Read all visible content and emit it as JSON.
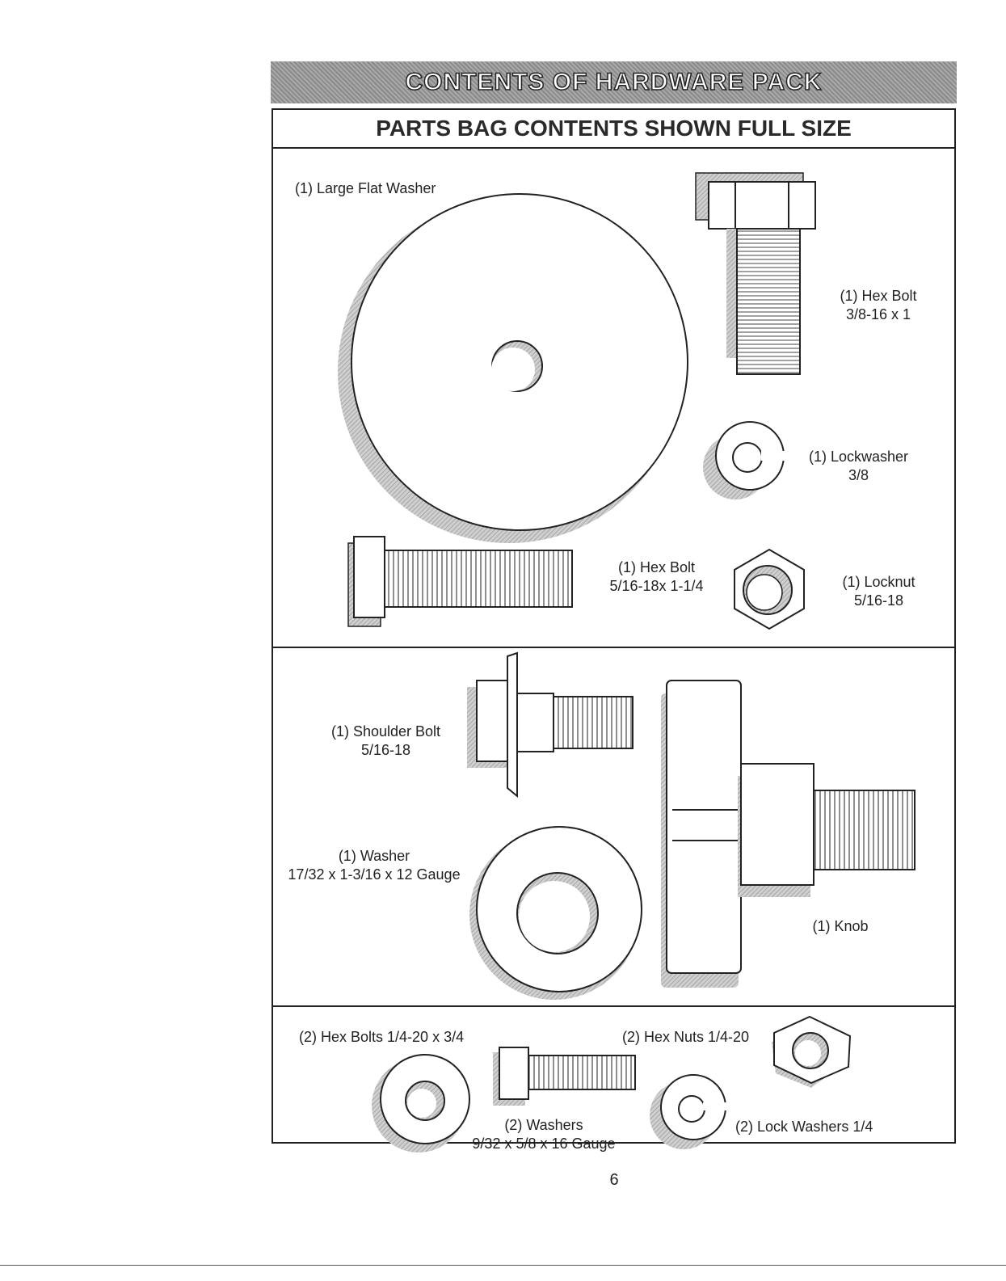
{
  "header": {
    "title": "CONTENTS OF HARDWARE PACK"
  },
  "subheader": {
    "title": "PARTS BAG CONTENTS SHOWN FULL SIZE"
  },
  "parts": {
    "large_flat_washer": {
      "line1": "(1) Large Flat Washer"
    },
    "hex_bolt_38": {
      "line1": "(1) Hex Bolt",
      "line2": "3/8-16 x 1"
    },
    "lockwasher_38": {
      "line1": "(1) Lockwasher",
      "line2": "3/8"
    },
    "hex_bolt_516": {
      "line1": "(1) Hex Bolt",
      "line2": "5/16-18x 1-1/4"
    },
    "locknut_516": {
      "line1": "(1) Locknut",
      "line2": "5/16-18"
    },
    "shoulder_bolt": {
      "line1": "(1) Shoulder Bolt",
      "line2": "5/16-18"
    },
    "washer_1732": {
      "line1": "(1) Washer",
      "line2": "17/32 x 1-3/16 x 12 Gauge"
    },
    "knob": {
      "line1": "(1) Knob"
    },
    "hex_bolts_14": {
      "line1": "(2) Hex Bolts 1/4-20 x 3/4"
    },
    "hex_nuts_14": {
      "line1": "(2) Hex Nuts 1/4-20"
    },
    "washers_932": {
      "line1": "(2) Washers",
      "line2": "9/32 x 5/8 x 16 Gauge"
    },
    "lock_washers_14": {
      "line1": "(2) Lock Washers 1/4"
    }
  },
  "footer": {
    "page_number": "6"
  }
}
